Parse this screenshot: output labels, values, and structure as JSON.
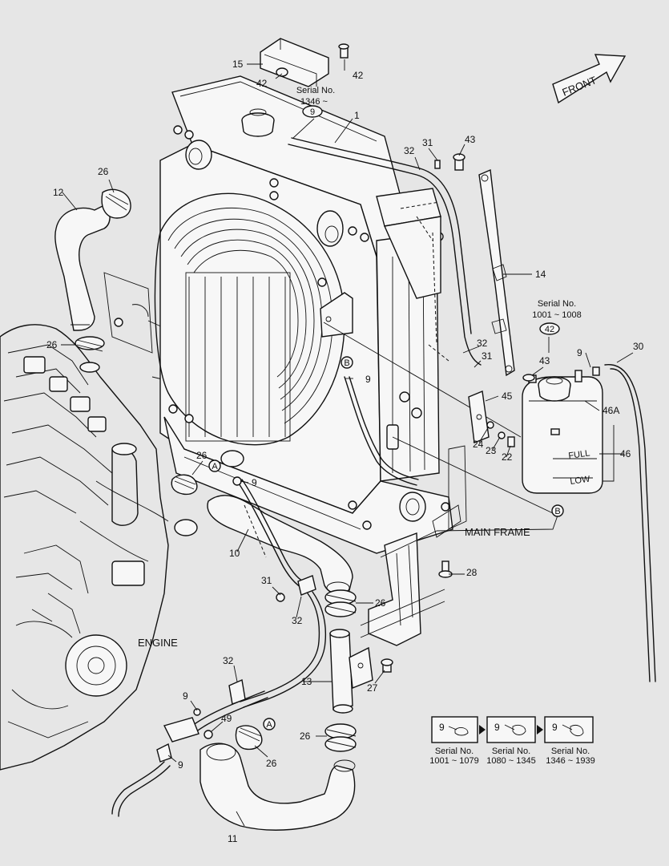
{
  "front_arrow": {
    "label": "FRONT"
  },
  "serial_notes": {
    "top": {
      "line1": "Serial No.",
      "line2": "1346 ~",
      "circled": "9"
    },
    "right": {
      "line1": "Serial No.",
      "line2": "1001 ~ 1008",
      "circled": "42"
    }
  },
  "region_labels": {
    "engine": "ENGINE",
    "main_frame": "MAIN FRAME",
    "tank_full": "FULL",
    "tank_low": "LOW"
  },
  "section_markers": [
    "A",
    "B",
    "A",
    "B"
  ],
  "callouts": {
    "c15": "15",
    "c42a": "42",
    "c42b": "42",
    "c1": "1",
    "c31a": "31",
    "c32a": "32",
    "c43a": "43",
    "c26a": "26",
    "c12": "12",
    "c14": "14",
    "c43b": "43",
    "c9a": "9",
    "c30": "30",
    "c26b": "26",
    "c9b": "9",
    "c45": "45",
    "c46a": "46A",
    "c32b": "32",
    "c31b": "31",
    "c24": "24",
    "c23": "23",
    "c22": "22",
    "c46": "46",
    "c26c": "26",
    "c9c": "9",
    "c10": "10",
    "c31c": "31",
    "c32c": "32",
    "c26d": "26",
    "c28": "28",
    "c27": "27",
    "c13": "13",
    "c32d": "32",
    "c9d": "9",
    "c49": "49",
    "c26e": "26",
    "c26f": "26",
    "c9e": "9",
    "c11": "11"
  },
  "variants": [
    {
      "part": "9",
      "line1": "Serial No.",
      "line2": "1001 ~ 1079"
    },
    {
      "part": "9",
      "line1": "Serial No.",
      "line2": "1080 ~ 1345"
    },
    {
      "part": "9",
      "line1": "Serial No.",
      "line2": "1346 ~ 1939"
    }
  ]
}
